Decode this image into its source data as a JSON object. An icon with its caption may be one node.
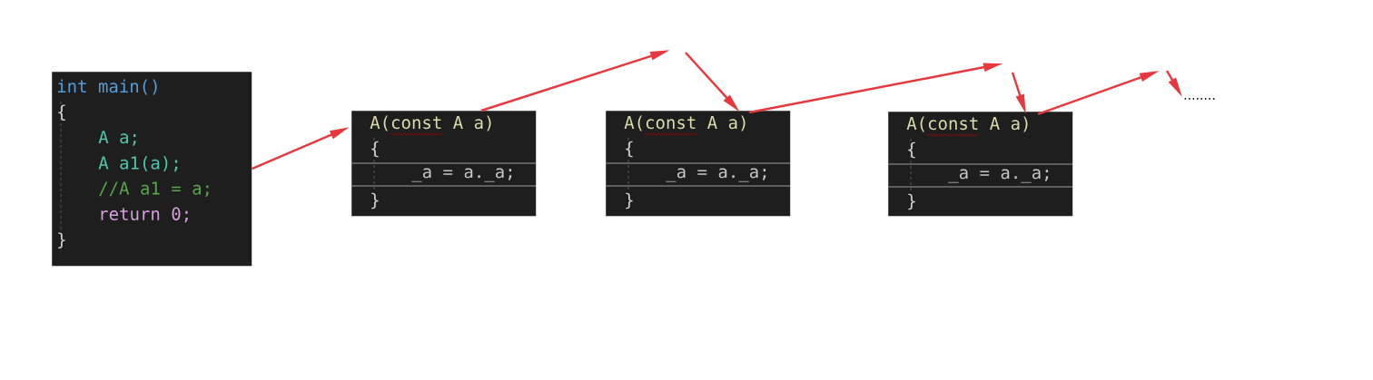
{
  "diagram": {
    "nodes": [
      {
        "text": [
          "int main()",
          "{",
          "A a;",
          "A a1(a);",
          "//A a1 = a;",
          "return 0;",
          "}"
        ]
      },
      {
        "text": [
          "A(const A a)",
          "{",
          "_a = a._a;",
          "}"
        ]
      },
      {
        "text": [
          "A(const A a)",
          "{",
          "_a = a._a;",
          "}"
        ]
      },
      {
        "text": [
          "A(const A a)",
          "{",
          "_a = a._a;",
          "}"
        ]
      },
      {
        "text": [
          "........"
        ]
      }
    ],
    "edges": [
      {
        "from": 0,
        "to": 1,
        "arrow": "to"
      },
      {
        "from": 1,
        "to": null,
        "arrow": "to"
      },
      {
        "from": null,
        "to": 2,
        "arrow": "to"
      },
      {
        "from": 2,
        "to": null,
        "arrow": "to"
      },
      {
        "from": null,
        "to": 3,
        "arrow": "to"
      },
      {
        "from": 3,
        "to": null,
        "arrow": "to"
      },
      {
        "from": null,
        "to": 4,
        "arrow": "to"
      }
    ]
  }
}
